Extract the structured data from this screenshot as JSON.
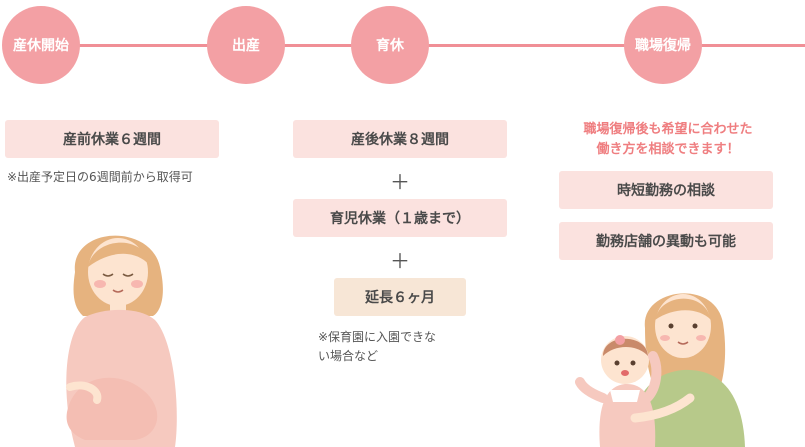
{
  "timeline": {
    "nodes": [
      {
        "label": "産休開始"
      },
      {
        "label": "出産"
      },
      {
        "label": "育休"
      },
      {
        "label": "職場復帰"
      }
    ]
  },
  "maternity": {
    "box_label": "産前休業６週間",
    "note": "※出産予定日の6週間前から取得可"
  },
  "childcare": {
    "postnatal_label": "産後休業８週間",
    "plus_1": "＋",
    "childcare_label": "育児休業（１歳まで）",
    "plus_2": "＋",
    "extension_label": "延長６ヶ月",
    "note_line1": "※保育園に入園できな",
    "note_line2": "い場合など"
  },
  "return": {
    "message_line1": "職場復帰後も希望に合わせた",
    "message_line2": "働き方を相談できます！",
    "option_1": "時短勤務の相談",
    "option_2": "勤務店舗の異動も可能"
  },
  "colors": {
    "accent": "#f08f96",
    "node": "#f3a0a4",
    "box_pink": "#fbe2df",
    "box_beige": "#f7e6d6",
    "highlight_text": "#ef7e80"
  }
}
